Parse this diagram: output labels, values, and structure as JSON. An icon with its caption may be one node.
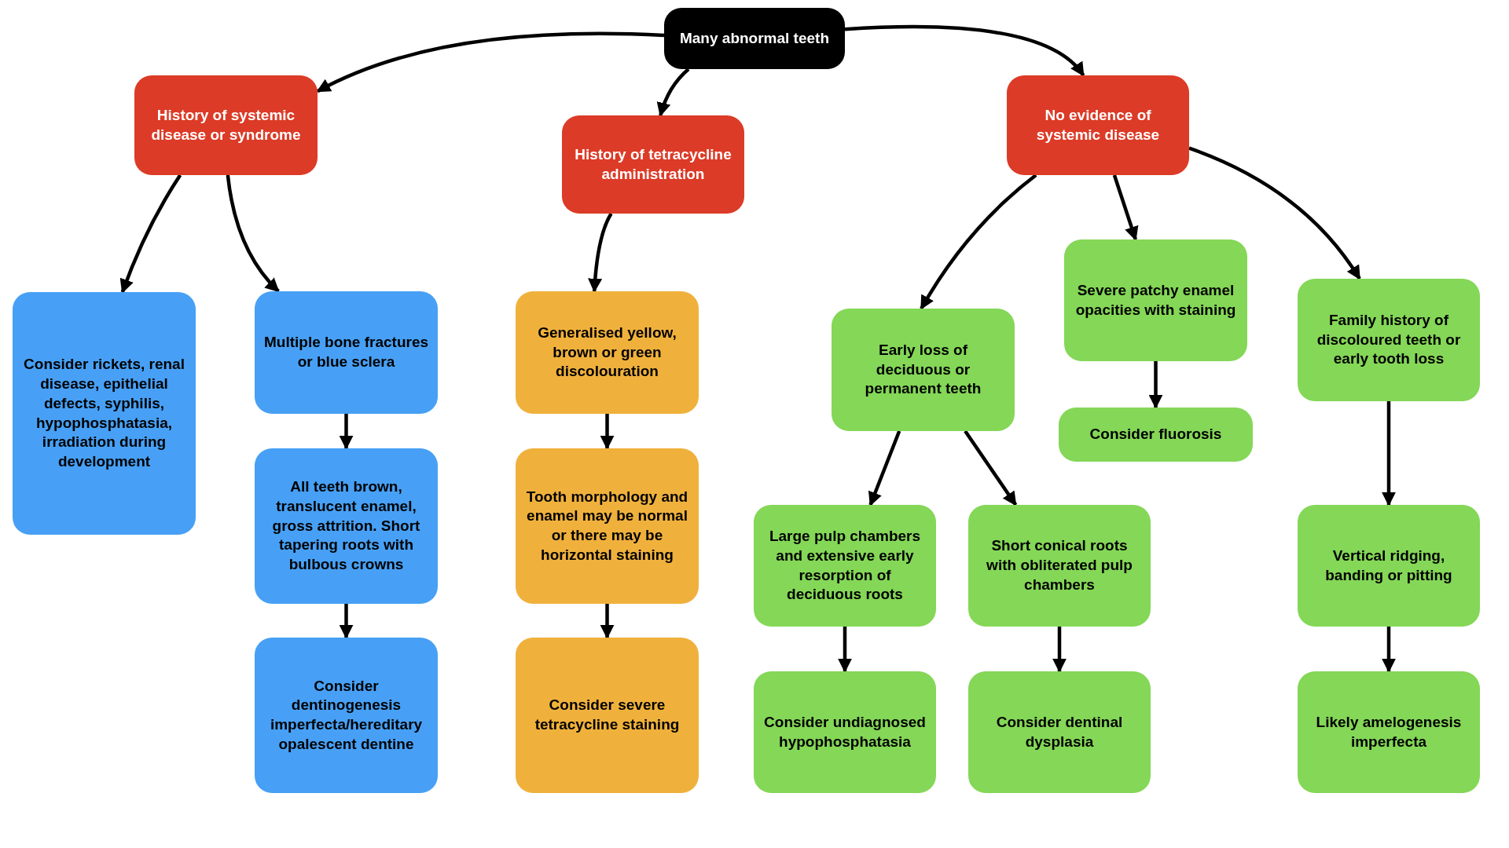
{
  "diagram": {
    "nodes": [
      {
        "text": [
          "Many abnormal teeth"
        ]
      },
      {
        "text": [
          "History of systemic disease or syndrome"
        ]
      },
      {
        "text": [
          "History of tetracycline administration"
        ]
      },
      {
        "text": [
          "No evidence of systemic disease"
        ]
      },
      {
        "text": [
          "Consider rickets, renal disease, epithelial defects, syphilis, hypophosphatasia, irradiation during development"
        ]
      },
      {
        "text": [
          "Multiple bone fractures or blue sclera"
        ]
      },
      {
        "text": [
          "All teeth brown, translucent enamel, gross attrition. Short tapering roots with bulbous crowns"
        ]
      },
      {
        "text": [
          "Consider dentinogenesis imperfecta/hereditary opalescent dentine"
        ]
      },
      {
        "text": [
          "Generalised yellow, brown or green discolouration"
        ]
      },
      {
        "text": [
          "Tooth morphology and enamel may be normal or there may be horizontal staining"
        ]
      },
      {
        "text": [
          "Consider severe tetracycline staining"
        ]
      },
      {
        "text": [
          "Early loss of deciduous or permanent teeth"
        ]
      },
      {
        "text": [
          "Severe patchy enamel opacities with staining"
        ]
      },
      {
        "text": [
          "Consider fluorosis"
        ]
      },
      {
        "text": [
          "Family history of discoloured teeth or early tooth loss"
        ]
      },
      {
        "text": [
          "Large pulp chambers and extensive early resorption of deciduous roots"
        ]
      },
      {
        "text": [
          "Short conical roots with obliterated pulp chambers"
        ]
      },
      {
        "text": [
          "Vertical ridging, banding or pitting"
        ]
      },
      {
        "text": [
          "Consider undiagnosed hypophosphatasia"
        ]
      },
      {
        "text": [
          "Consider dentinal dysplasia"
        ]
      },
      {
        "text": [
          "Likely amelogenesis imperfecta"
        ]
      }
    ],
    "edges": [
      {
        "from": 0,
        "to": 1,
        "arrow": "to"
      },
      {
        "from": 0,
        "to": 2,
        "arrow": "to"
      },
      {
        "from": 0,
        "to": 3,
        "arrow": "to"
      },
      {
        "from": 1,
        "to": 4,
        "arrow": "to"
      },
      {
        "from": 1,
        "to": 5,
        "arrow": "to"
      },
      {
        "from": 5,
        "to": 6,
        "arrow": "to"
      },
      {
        "from": 6,
        "to": 7,
        "arrow": "to"
      },
      {
        "from": 2,
        "to": 8,
        "arrow": "to"
      },
      {
        "from": 8,
        "to": 9,
        "arrow": "to"
      },
      {
        "from": 9,
        "to": 10,
        "arrow": "to"
      },
      {
        "from": 3,
        "to": 11,
        "arrow": "to"
      },
      {
        "from": 3,
        "to": 12,
        "arrow": "to"
      },
      {
        "from": 3,
        "to": 14,
        "arrow": "to"
      },
      {
        "from": 12,
        "to": 13,
        "arrow": "to"
      },
      {
        "from": 11,
        "to": 15,
        "arrow": "to"
      },
      {
        "from": 11,
        "to": 16,
        "arrow": "to"
      },
      {
        "from": 15,
        "to": 18,
        "arrow": "to"
      },
      {
        "from": 16,
        "to": 19,
        "arrow": "to"
      },
      {
        "from": 14,
        "to": 17,
        "arrow": "to"
      },
      {
        "from": 17,
        "to": 20,
        "arrow": "to"
      }
    ]
  }
}
